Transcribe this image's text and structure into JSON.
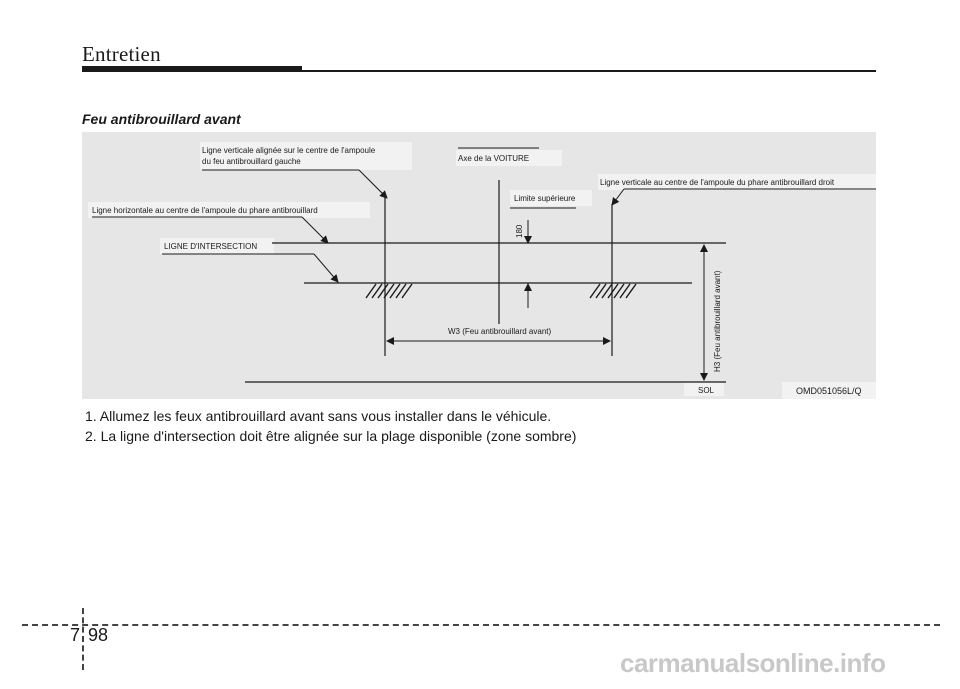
{
  "header": {
    "title": "Entretien"
  },
  "section": {
    "title": "Feu antibrouillard avant"
  },
  "figure": {
    "labels": {
      "left_vertical_line_1": "Ligne verticale alignée sur le centre de l'ampoule",
      "left_vertical_line_2": "du feu antibrouillard gauche",
      "car_axis": "Axe de la VOITURE",
      "right_vertical_line": "Ligne verticale au centre de l'ampoule du phare antibrouillard droit",
      "horizontal_line": "Ligne horizontale au centre de l'ampoule du phare antibrouillard",
      "upper_limit": "Limite supérieure",
      "dimension_180": "180",
      "cutoff_line": "LIGNE D'INTERSECTION",
      "width_w3": "W3 (Feu antibrouillard avant)",
      "height_h3": "H3 (Feu antibrouillard avant)",
      "ground": "SOL",
      "figure_code": "OMD051056L/Q"
    }
  },
  "instructions": [
    "1. Allumez les feux antibrouillard avant sans vous installer dans le véhicule.",
    "2. La ligne d'intersection doit être alignée sur la plage disponible (zone sombre)"
  ],
  "footer": {
    "chapter": "7",
    "page": "98"
  },
  "watermark": "carmanualsonline.info"
}
